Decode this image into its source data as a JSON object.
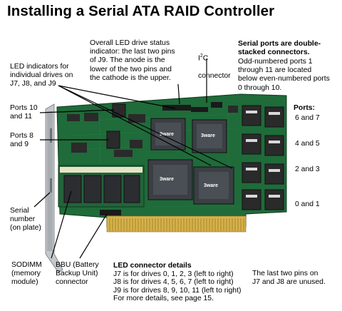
{
  "title": "Installing a Serial ATA RAID Controller",
  "labels": {
    "led_status": "Overall LED drive status\nindicator: the last two pins\nof J9. The anode is the\nlower of the two pins and\nthe cathode is the upper.",
    "i2c_i": "I",
    "i2c_sup": "2",
    "i2c_c": "C",
    "i2c_conn": "connector",
    "serial_ports_title": "Serial ports are double-\nstacked connectors.",
    "serial_ports_body": "Odd-numbered ports 1\nthrough 11 are located\nbelow even-numbered ports\n0 through 10.",
    "led_indicators": "LED indicators for\nindividual drives on\nJ7, J8, and J9",
    "ports_10_11": "Ports 10\nand 11",
    "ports_8_9": "Ports 8\nand 9",
    "serial_number": "Serial\nnumber\n(on plate)",
    "sodimm": "SODIMM\n(memory\nmodule)",
    "bbu": "BBU (Battery\nBackup Unit)\nconnector",
    "ports_heading": "Ports:",
    "ports_6_7": "6 and 7",
    "ports_4_5": "4 and 5",
    "ports_2_3": "2 and 3",
    "ports_0_1": "0 and 1",
    "led_details_title": "LED connector details",
    "led_details_lines": [
      "J7 is for drives 0, 1, 2, 3 (left to right)",
      "J8 is for drives 4, 5, 6, 7 (left to right)",
      "J9 is for drives 8, 9, 10, 11 (left to right)",
      "For more details, see page 15."
    ],
    "unused_note": "The last two pins on\nJ7 and J8 are unused.",
    "chip_brand": "3ware"
  },
  "colors": {
    "pcb": "#1f6b3a",
    "pcb_dark": "#134d28",
    "gold": "#c9a23a",
    "bracket": "#b8bcc0",
    "connector": "#2a2a2a",
    "chip": "#3b3f44",
    "leader": "#000000"
  }
}
